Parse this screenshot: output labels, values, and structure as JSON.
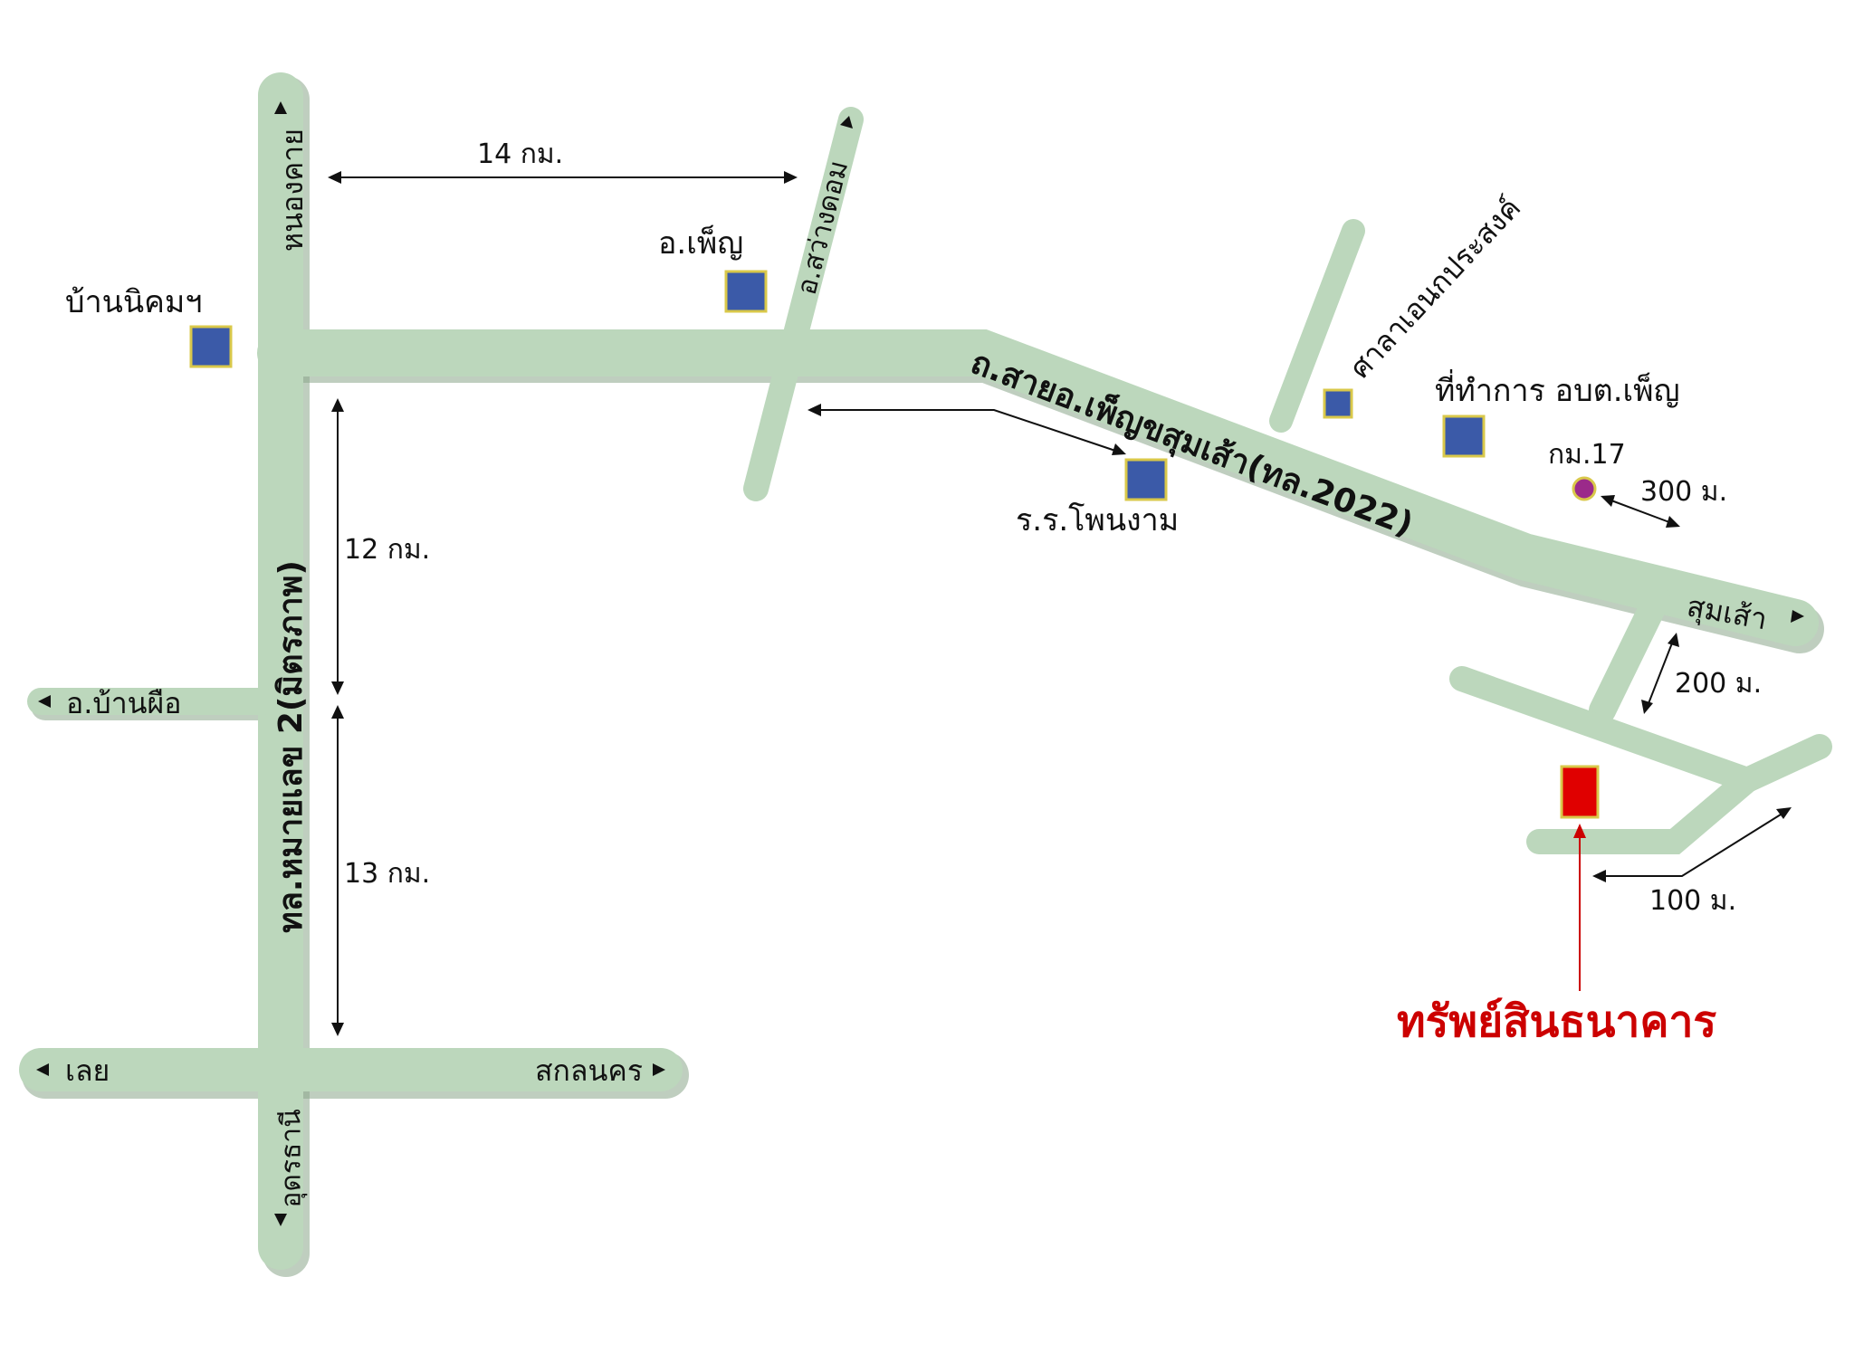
{
  "roads": {
    "highway_2": "ทล.หมายเลข 2(มิตรภาพ)",
    "main_road": "ถ.สายอ.เพ็ญขสุมเส้า(ทล.2022)"
  },
  "directions": {
    "north_nongkhai": "หนองคาย",
    "south_udon": "อุดรธานี",
    "west_loei": "เลย",
    "east_sakon": "สกลนคร",
    "west_banphue": "อ.บ้านผือ",
    "sawang_dindaeng": "อ.สว่างดอม",
    "sumsao_end": "สุมเส้า",
    "sala": "ศาลาเอนกประสงค์"
  },
  "places": {
    "ban_nikhom": "บ้านนิคมฯ",
    "amphoe_phen": "อ.เพ็ญ",
    "school": "ร.ร.โพนงาม",
    "obt_office": "ที่ทำการ อบต.เพ็ญ",
    "km_post": "กม.17",
    "target": "ทรัพย์สินธนาคาร"
  },
  "distances": {
    "d14km": "14 กม.",
    "d12km": "12 กม.",
    "d13km": "13 กม.",
    "d300m": "300 ม.",
    "d200m": "200 ม.",
    "d100m": "100 ม."
  },
  "colors": {
    "road": "#bcd7bc",
    "landmark": "#3b5aa8",
    "target": "#e00000",
    "target_text": "#cc0000",
    "km_post": "#9b2a8a"
  }
}
